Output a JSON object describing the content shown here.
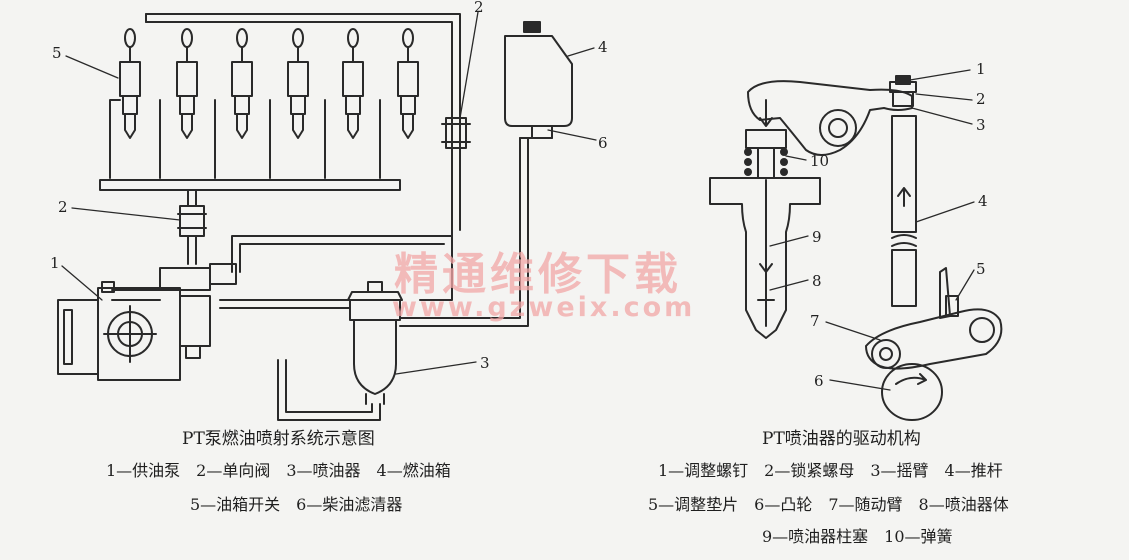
{
  "left_diagram": {
    "title": "PT泵燃油喷射系统示意图",
    "callouts": [
      "1",
      "2",
      "2",
      "3",
      "4",
      "5",
      "6"
    ],
    "legend_line1": "1—供油泵　2—单向阀　3—喷油器　4—燃油箱",
    "legend_line2": "5—油箱开关　6—柴油滤清器"
  },
  "right_diagram": {
    "title": "PT喷油器的驱动机构",
    "callouts": [
      "1",
      "2",
      "3",
      "4",
      "5",
      "6",
      "7",
      "8",
      "9",
      "10"
    ],
    "legend_line1": "1—调整螺钉　2—锁紧螺母　3—摇臂　4—推杆",
    "legend_line2": "5—调整垫片　6—凸轮　7—随动臂　8—喷油器体",
    "legend_line3": "9—喷油器柱塞　10—弹簧"
  },
  "watermark": {
    "title": "精通维修下载",
    "url": "www.gzweix.com"
  },
  "colors": {
    "line": "#2a2a2a",
    "watermark": "#f2a7a7"
  }
}
